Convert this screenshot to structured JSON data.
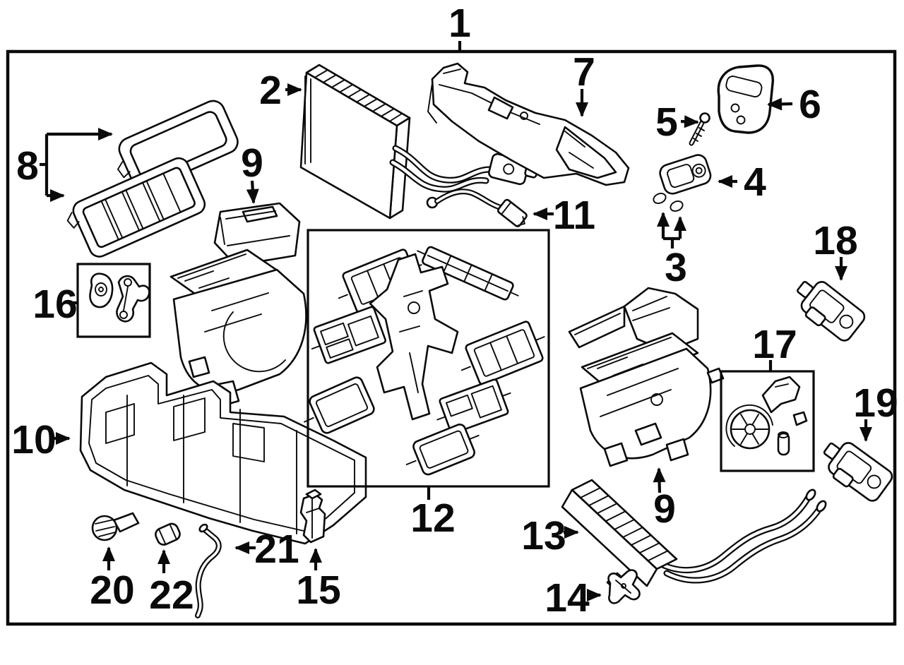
{
  "canvas": {
    "background_color": "#ffffff",
    "line_color": "#0a0a0a",
    "border": "single rectangular frame"
  },
  "callouts": {
    "1": {
      "label": "1"
    },
    "2": {
      "label": "2"
    },
    "3": {
      "label": "3"
    },
    "4": {
      "label": "4"
    },
    "5": {
      "label": "5"
    },
    "6": {
      "label": "6"
    },
    "7": {
      "label": "7"
    },
    "8": {
      "label": "8"
    },
    "9a": {
      "label": "9"
    },
    "9b": {
      "label": "9"
    },
    "10": {
      "label": "10"
    },
    "11": {
      "label": "11"
    },
    "12": {
      "label": "12"
    },
    "13": {
      "label": "13"
    },
    "14": {
      "label": "14"
    },
    "15": {
      "label": "15"
    },
    "16": {
      "label": "16"
    },
    "17": {
      "label": "17"
    },
    "18": {
      "label": "18"
    },
    "19": {
      "label": "19"
    },
    "20": {
      "label": "20"
    },
    "21": {
      "label": "21"
    },
    "22": {
      "label": "22"
    }
  },
  "parts": {
    "2": "evaporator-core-drawing",
    "3": "o-ring-seals-drawing",
    "4": "expansion-valve-drawing",
    "5": "bolt-drawing",
    "6": "seal-plate-drawing",
    "7": "air-guide-duct-drawing",
    "8": "cabin-filter-and-cover-drawing",
    "9a": "hvac-case-left-drawing",
    "9b": "hvac-case-right-drawing",
    "10": "lower-case-drawing",
    "11": "wire-harness-drawing",
    "12": "air-door-set-drawing",
    "13": "heater-core-with-pipes-drawing",
    "14": "clip-drawing",
    "15": "drain-fitting-drawing",
    "16": "link-set-drawing",
    "17": "actuator-with-gear-drawing",
    "18": "actuator-upper-drawing",
    "19": "actuator-lower-drawing",
    "20": "grommet-drawing",
    "21": "drain-hose-drawing",
    "22": "small-clip-drawing"
  }
}
